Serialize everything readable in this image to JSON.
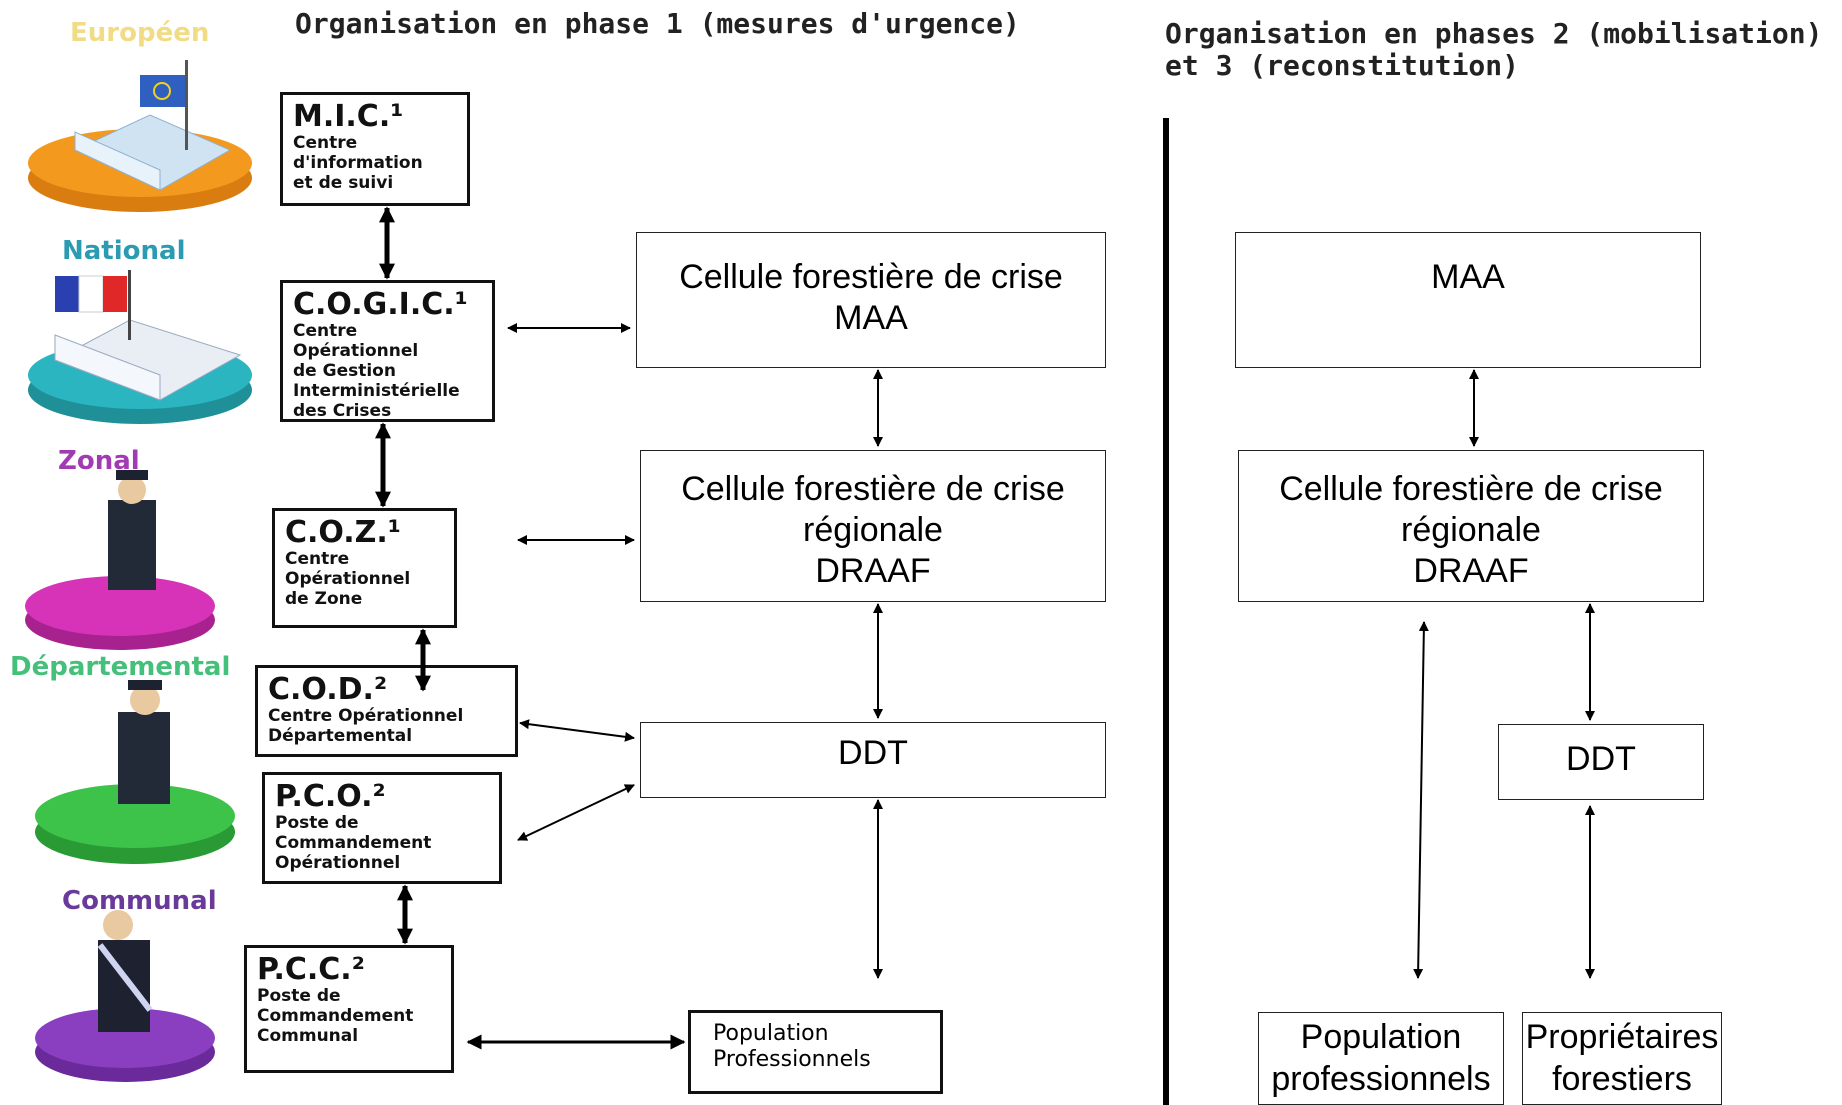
{
  "headers": {
    "phase1": "Organisation en phase 1 (mesures d'urgence)",
    "phase23_line1": "Organisation en phases 2 (mobilisation)",
    "phase23_line2": "et 3 (reconstitution)"
  },
  "levels": {
    "europeen": "Européen",
    "national": "National",
    "zonal": "Zonal",
    "departemental": "Départemental",
    "communal": "Communal"
  },
  "phase1_boxes": {
    "mic": {
      "title": "M.I.C.¹",
      "desc": [
        "Centre",
        "d'information",
        "et de suivi"
      ]
    },
    "cogic": {
      "title": "C.O.G.I.C.¹",
      "desc": [
        "Centre",
        "Opérationnel",
        "de Gestion",
        "Interministérielle",
        "des Crises"
      ]
    },
    "coz": {
      "title": "C.O.Z.¹",
      "desc": [
        "Centre",
        "Opérationnel",
        "de Zone"
      ]
    },
    "cod": {
      "title": "C.O.D.²",
      "desc": [
        "Centre Opérationnel",
        "Départemental"
      ]
    },
    "pco": {
      "title": "P.C.O.²",
      "desc": [
        "Poste de",
        "Commandement",
        "Opérationnel"
      ]
    },
    "pcc": {
      "title": "P.C.C.²",
      "desc": [
        "Poste de",
        "Commandement",
        "Communal"
      ]
    }
  },
  "phase1_forest": {
    "cellule_maa": [
      "Cellule forestière de crise",
      "MAA"
    ],
    "cellule_reg": [
      "Cellule forestière de crise",
      "régionale",
      "DRAAF"
    ],
    "ddt": "DDT",
    "population": [
      "Population",
      "Professionnels"
    ]
  },
  "phase23": {
    "maa": "MAA",
    "cellule_reg": [
      "Cellule forestière de crise",
      "régionale",
      "DRAAF"
    ],
    "ddt": "DDT",
    "population": [
      "Population",
      "professionnels"
    ],
    "proprietaires": [
      "Propriétaires",
      "forestiers"
    ]
  },
  "colors": {
    "europeen_label": "#f4e08a",
    "national_label": "#2a9bb0",
    "zonal_label": "#a23ab4",
    "departemental_label": "#45c07a",
    "communal_label": "#6a3a9a",
    "europeen_disc": "#f39a1e",
    "national_disc": "#2bb5c0",
    "zonal_disc": "#d633b8",
    "departemental_disc": "#3ec34a",
    "communal_disc": "#8a3ec0"
  }
}
